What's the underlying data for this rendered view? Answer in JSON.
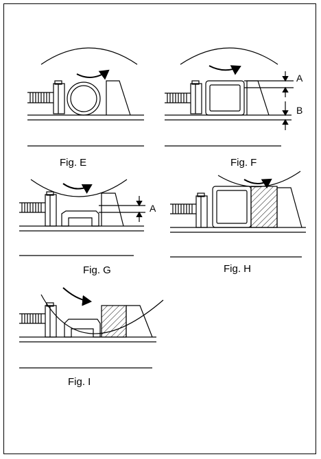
{
  "figures": [
    {
      "id": "E",
      "caption": "Fig. E"
    },
    {
      "id": "F",
      "caption": "Fig. F"
    },
    {
      "id": "G",
      "caption": "Fig. G"
    },
    {
      "id": "H",
      "caption": "Fig. H"
    },
    {
      "id": "I",
      "caption": "Fig. I"
    }
  ],
  "dimension_labels": {
    "f_a": "A",
    "f_b": "B",
    "g_a": "A"
  },
  "colors": {
    "stroke": "#000000",
    "background": "#ffffff"
  }
}
